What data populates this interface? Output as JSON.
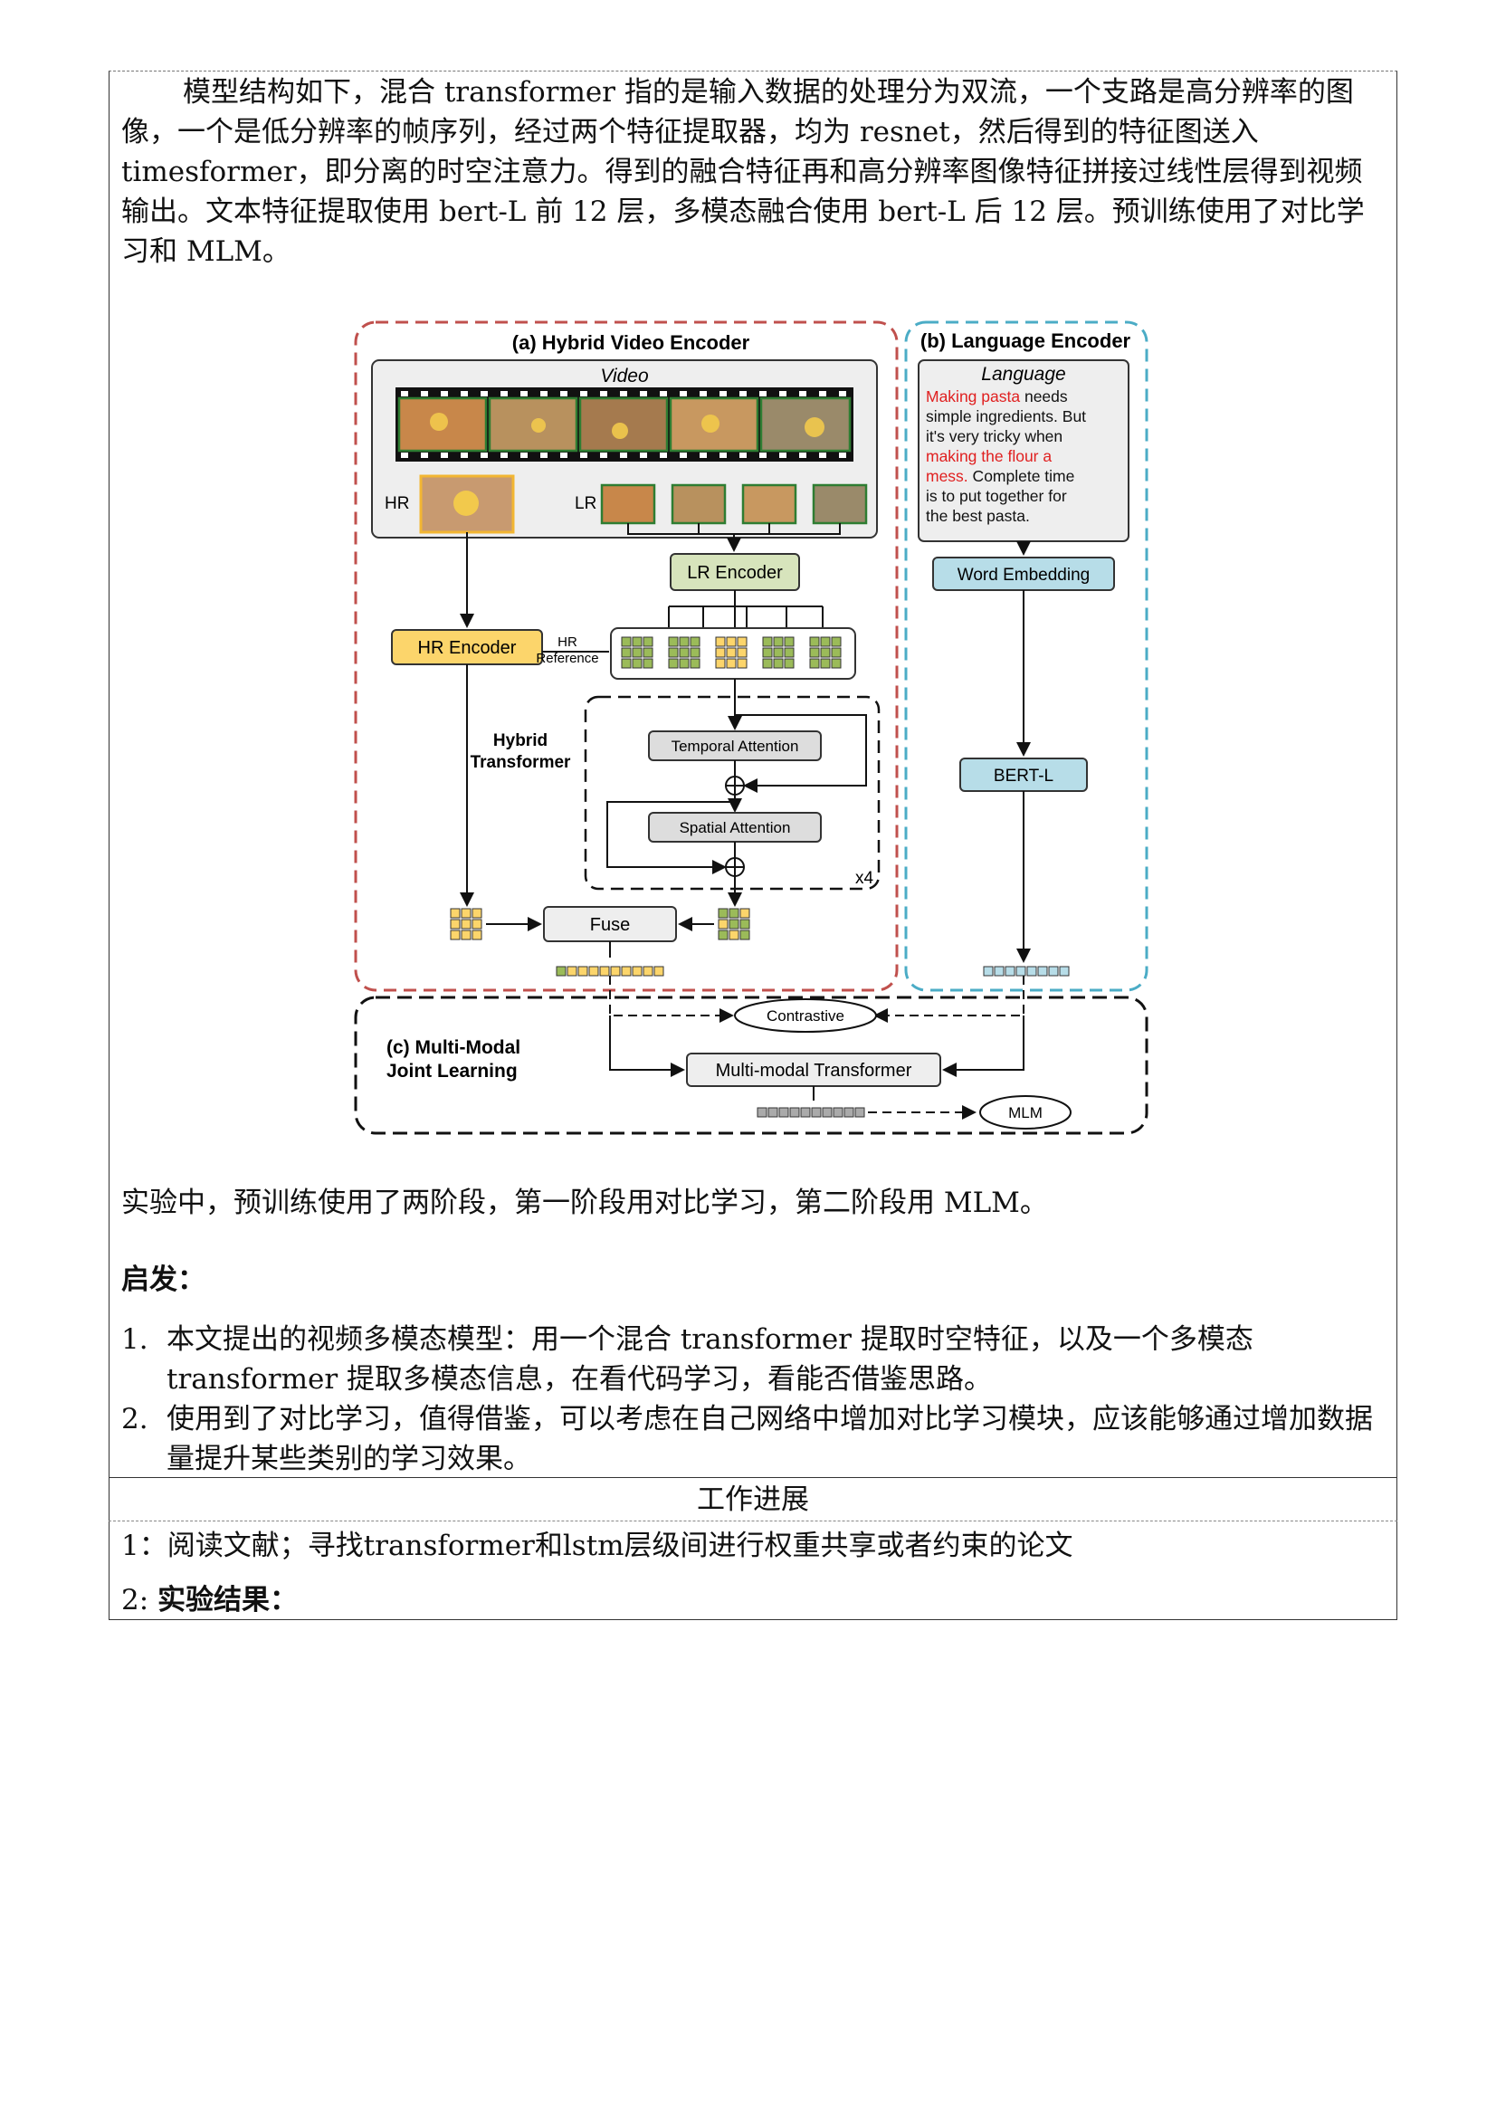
{
  "intro": "模型结构如下，混合 transformer 指的是输入数据的处理分为双流，一个支路是高分辨率的图像，一个是低分辨率的帧序列，经过两个特征提取器，均为 resnet，然后得到的特征图送入 timesformer，即分离的时空注意力。得到的融合特征再和高分辨率图像特征拼接过线性层得到视频输出。文本特征提取使用 bert-L 前 12 层，多模态融合使用 bert-L 后 12 层。预训练使用了对比学习和 MLM。",
  "figure": {
    "panel_a_title": "(a) Hybrid Video Encoder",
    "panel_b_title": "(b) Language Encoder",
    "panel_c_title_1": "(c) Multi-Modal",
    "panel_c_title_2": "Joint Learning",
    "video_label": "Video",
    "hr_label": "HR",
    "lr_label": "LR",
    "lr_encoder": "LR Encoder",
    "hr_encoder": "HR Encoder",
    "hr_ref_1": "HR",
    "hr_ref_2": "Reference",
    "hybrid_1": "Hybrid",
    "hybrid_2": "Transformer",
    "temporal": "Temporal Attention",
    "spatial": "Spatial Attention",
    "x4": "x4",
    "fuse": "Fuse",
    "language_label": "Language",
    "lang_lines": [
      [
        "Making pasta",
        " needs"
      ],
      [
        "",
        "simple ingredients. But"
      ],
      [
        "",
        "it's  very  tricky  when"
      ],
      [
        "making  the  flour  a",
        ""
      ],
      [
        "mess.",
        " Complete time"
      ],
      [
        "",
        "is to put together for"
      ],
      [
        "",
        "the best pasta."
      ]
    ],
    "word_embedding": "Word Embedding",
    "bert": "BERT-L",
    "contrastive": "Contrastive",
    "mm_transformer": "Multi-modal Transformer",
    "mlm": "MLM",
    "colors": {
      "red_dash": "#c0504d",
      "blue_dash": "#4bacc6",
      "green_box": "#d7e4bc",
      "yellow_box": "#fcd56b",
      "blue_box": "#b7dde8",
      "grey_box": "#eeeeee"
    }
  },
  "note": "实验中，预训练使用了两阶段，第一阶段用对比学习，第二阶段用 MLM。",
  "inspiration_title": "启发：",
  "inspiration": [
    {
      "num": "1.",
      "text": "本文提出的视频多模态模型：用一个混合 transformer 提取时空特征，以及一个多模态 transformer 提取多模态信息，在看代码学习，看能否借鉴思路。"
    },
    {
      "num": "2.",
      "text": "使用到了对比学习，值得借鉴，可以考虑在自己网络中增加对比学习模块，应该能够通过增加数据量提升某些类别的学习效果。"
    }
  ],
  "progress_title": "工作进展",
  "progress_1": "1：阅读文献；寻找transformer和lstm层级间进行权重共享或者约束的论文",
  "progress_2_num": "2:",
  "progress_2_label": "实验结果："
}
